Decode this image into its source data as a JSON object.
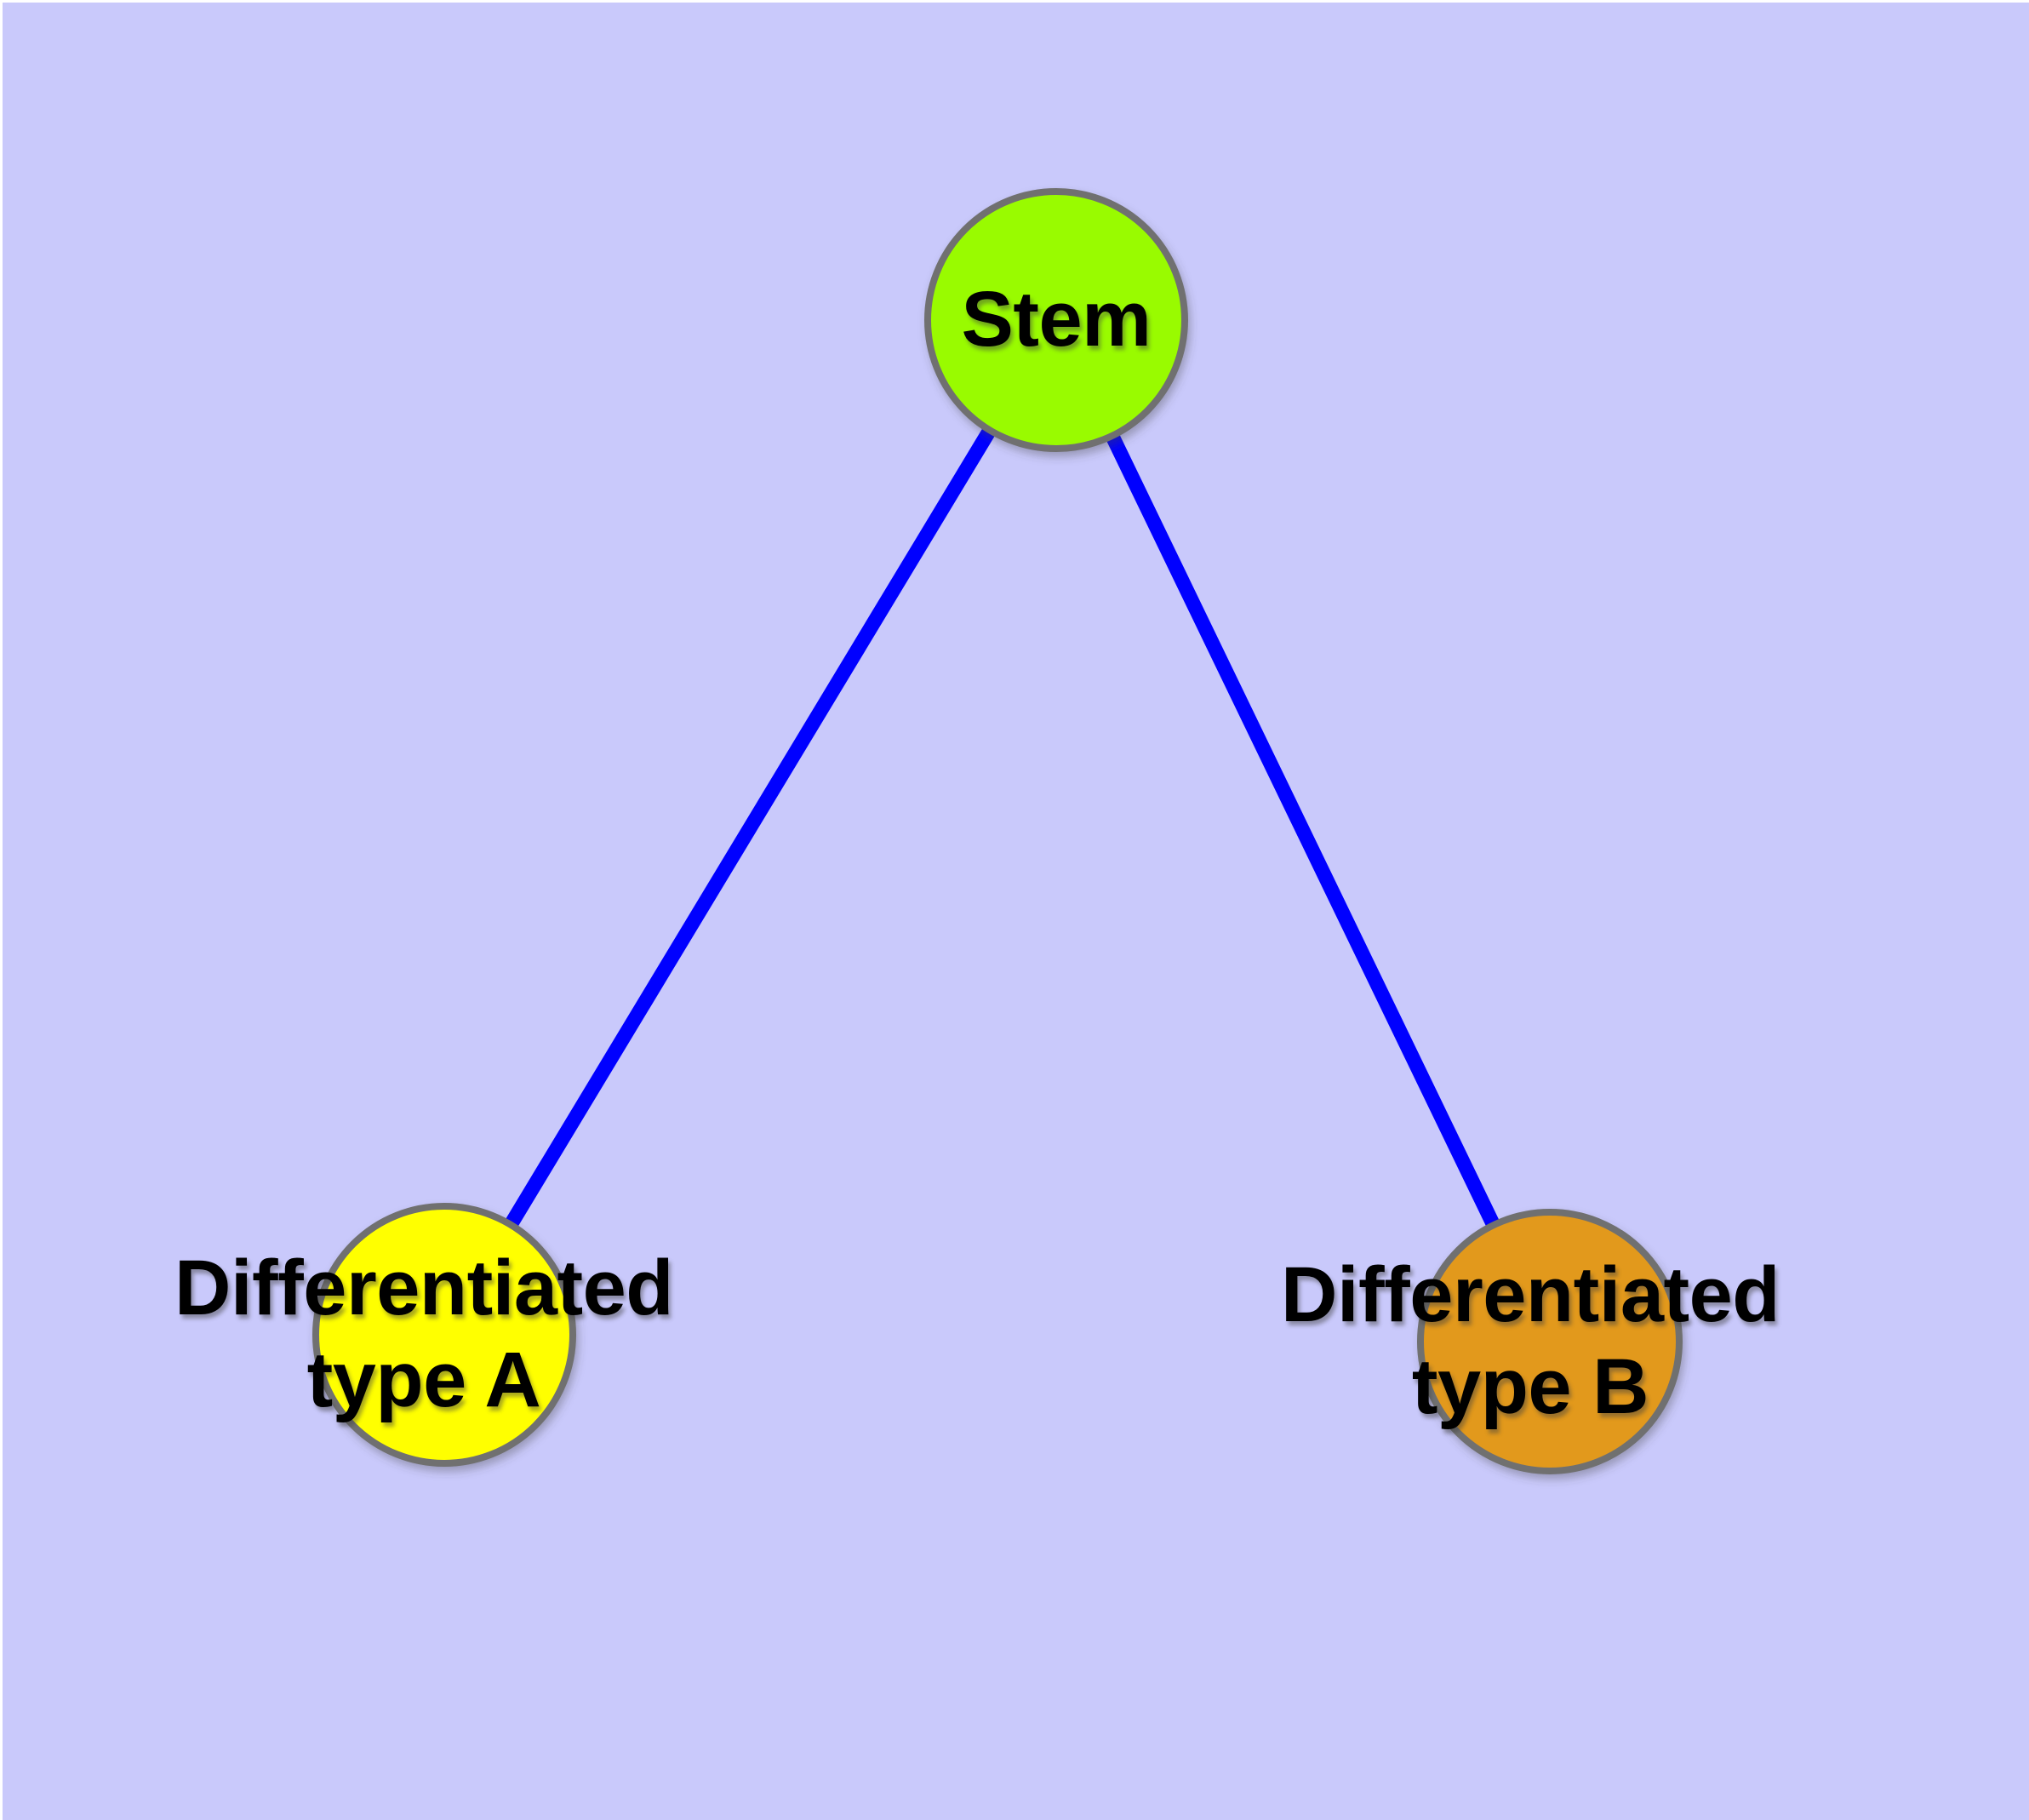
{
  "diagram": {
    "type": "node-link-graph",
    "background_color": "#C9C9FB",
    "edge_color": "#0000FF",
    "node_border_color": "#6F6F6F",
    "text_color": "#000000",
    "nodes": {
      "stem": {
        "label": "Stem",
        "fill": "#99FB00"
      },
      "type_a": {
        "line1": "Differentiated",
        "line2": "type A",
        "fill": "#FFFF00"
      },
      "type_b": {
        "line1": "Differentiated",
        "line2": "type B",
        "fill": "#E2991F"
      }
    },
    "edges": [
      {
        "from": "Stem",
        "to": "Differentiated type A"
      },
      {
        "from": "Stem",
        "to": "Differentiated type B"
      }
    ]
  }
}
